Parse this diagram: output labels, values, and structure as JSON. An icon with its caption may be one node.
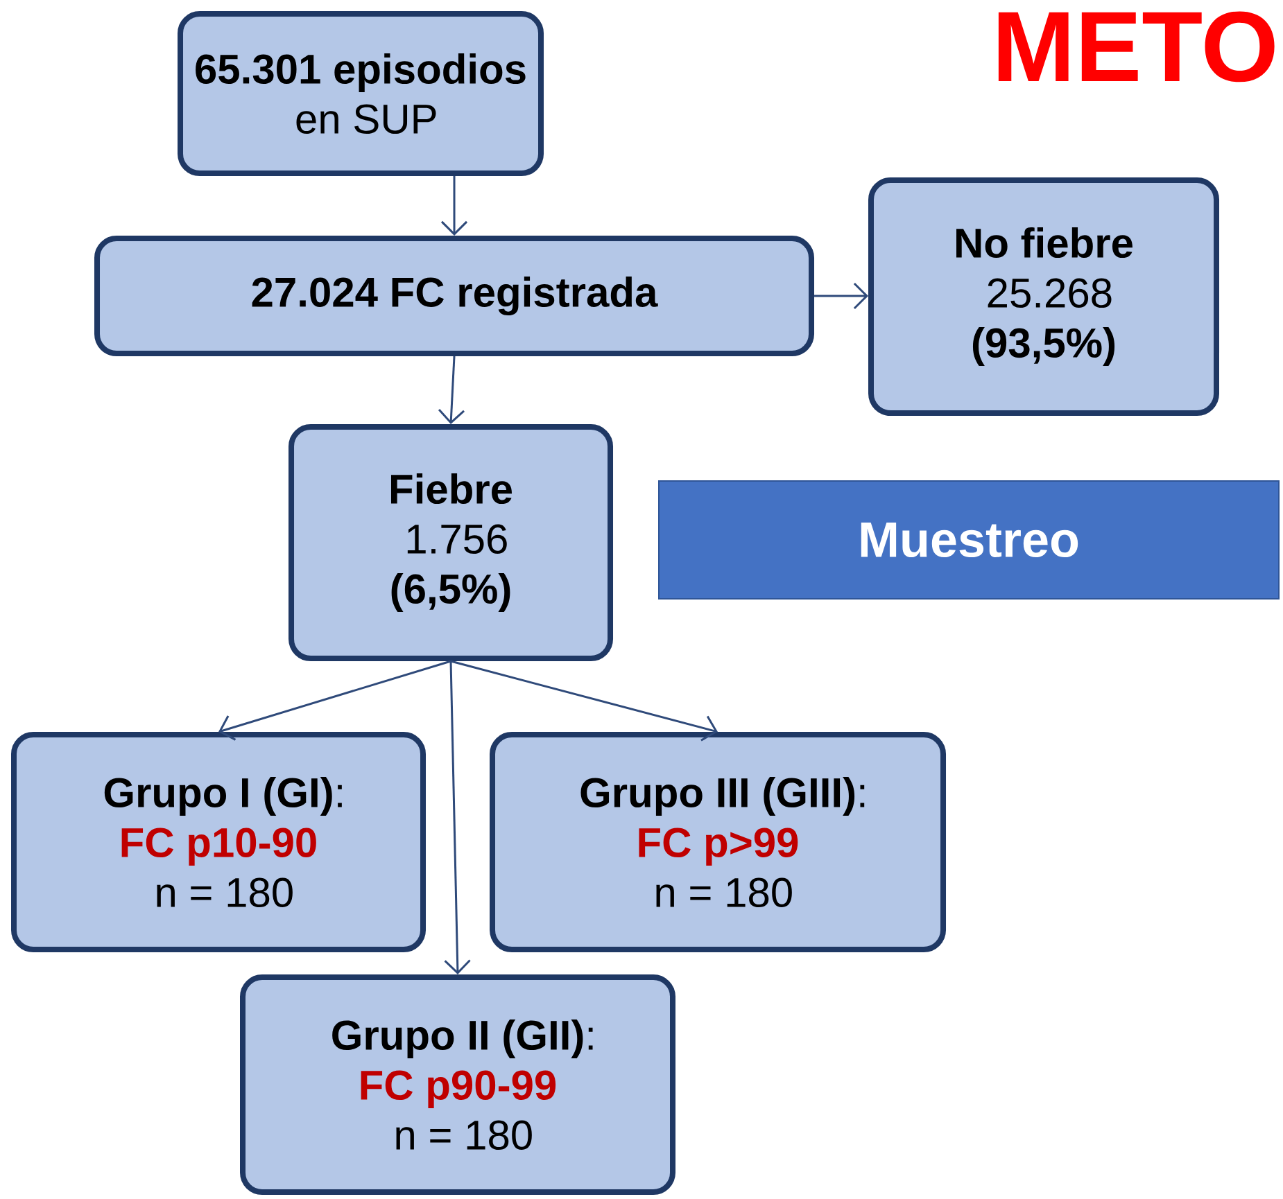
{
  "diagram": {
    "title": "METO",
    "nodes": [
      {
        "text": [
          "65.301 episodios",
          "en SUP"
        ]
      },
      {
        "text": [
          "27.024 FC registrada"
        ]
      },
      {
        "text": [
          "No fiebre",
          "25.268",
          "(93,5%)"
        ]
      },
      {
        "text": [
          "Fiebre",
          "1.756",
          "(6,5%)"
        ]
      },
      {
        "text": [
          "Muestreo"
        ]
      },
      {
        "text": [
          "**Grupo I (GI)**:",
          "FC p10-90",
          "n = 180"
        ]
      },
      {
        "text": [
          "**Grupo III (GIII)**:",
          "FC p>99",
          "n = 180"
        ]
      },
      {
        "text": [
          "**Grupo II (GII)**:",
          "FC p90-99",
          "n = 180"
        ]
      }
    ],
    "edges": [
      {
        "from": 0,
        "to": 1,
        "arrow": "to"
      },
      {
        "from": 1,
        "to": 2,
        "arrow": "to"
      },
      {
        "from": 1,
        "to": 3,
        "arrow": "to"
      },
      {
        "from": 3,
        "to": 5,
        "arrow": "to"
      },
      {
        "from": 3,
        "to": 6,
        "arrow": "to"
      },
      {
        "from": 3,
        "to": 7,
        "arrow": "to"
      }
    ]
  }
}
